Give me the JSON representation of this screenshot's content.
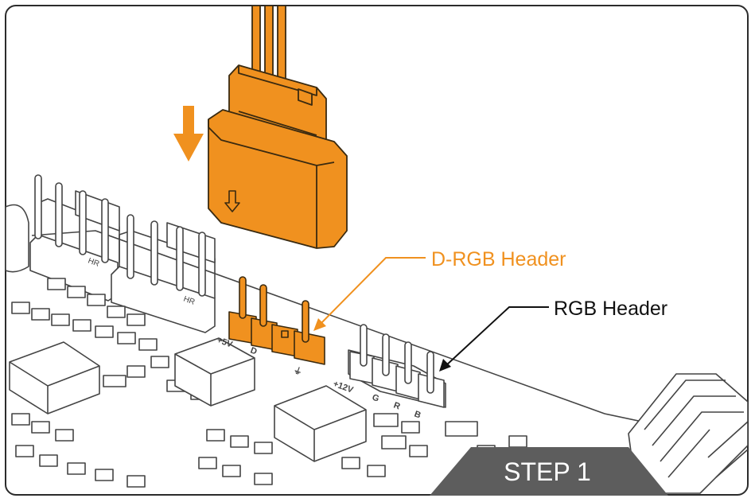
{
  "labels": {
    "drgb_header": "D-RGB Header",
    "rgb_header": "RGB Header",
    "step": "STEP 1"
  },
  "silkscreen": {
    "fan1": "HR",
    "fan2": "HR",
    "drgb_pins": [
      "+5V",
      "D",
      "",
      "⏚"
    ],
    "rgb_pins": [
      "+12V",
      "G",
      "R",
      "B"
    ]
  },
  "colors": {
    "connector_orange": "#F0911F",
    "connector_outline": "#3a2a10",
    "label_orange": "#F0911F",
    "label_black": "#111111",
    "step_banner": "#5d5d5d",
    "step_text": "#ffffff",
    "line_art": "#444444"
  },
  "icons": {
    "push_direction": "down-arrow-icon",
    "connector_mark": "down-arrow-outline-icon"
  }
}
